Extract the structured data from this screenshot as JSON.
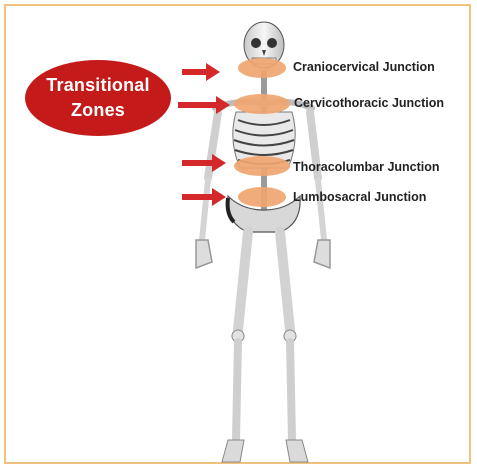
{
  "badge": {
    "line1": "Transitional",
    "line2": "Zones",
    "color": "#c41a1a"
  },
  "arrow_color": "#d4282a",
  "zone_color": "#f0a570",
  "junctions": [
    {
      "label": "Craniocervical Junction"
    },
    {
      "label": "Cervicothoracic Junction"
    },
    {
      "label": "Thoracolumbar Junction"
    },
    {
      "label": "Lumbosacral Junction"
    }
  ]
}
